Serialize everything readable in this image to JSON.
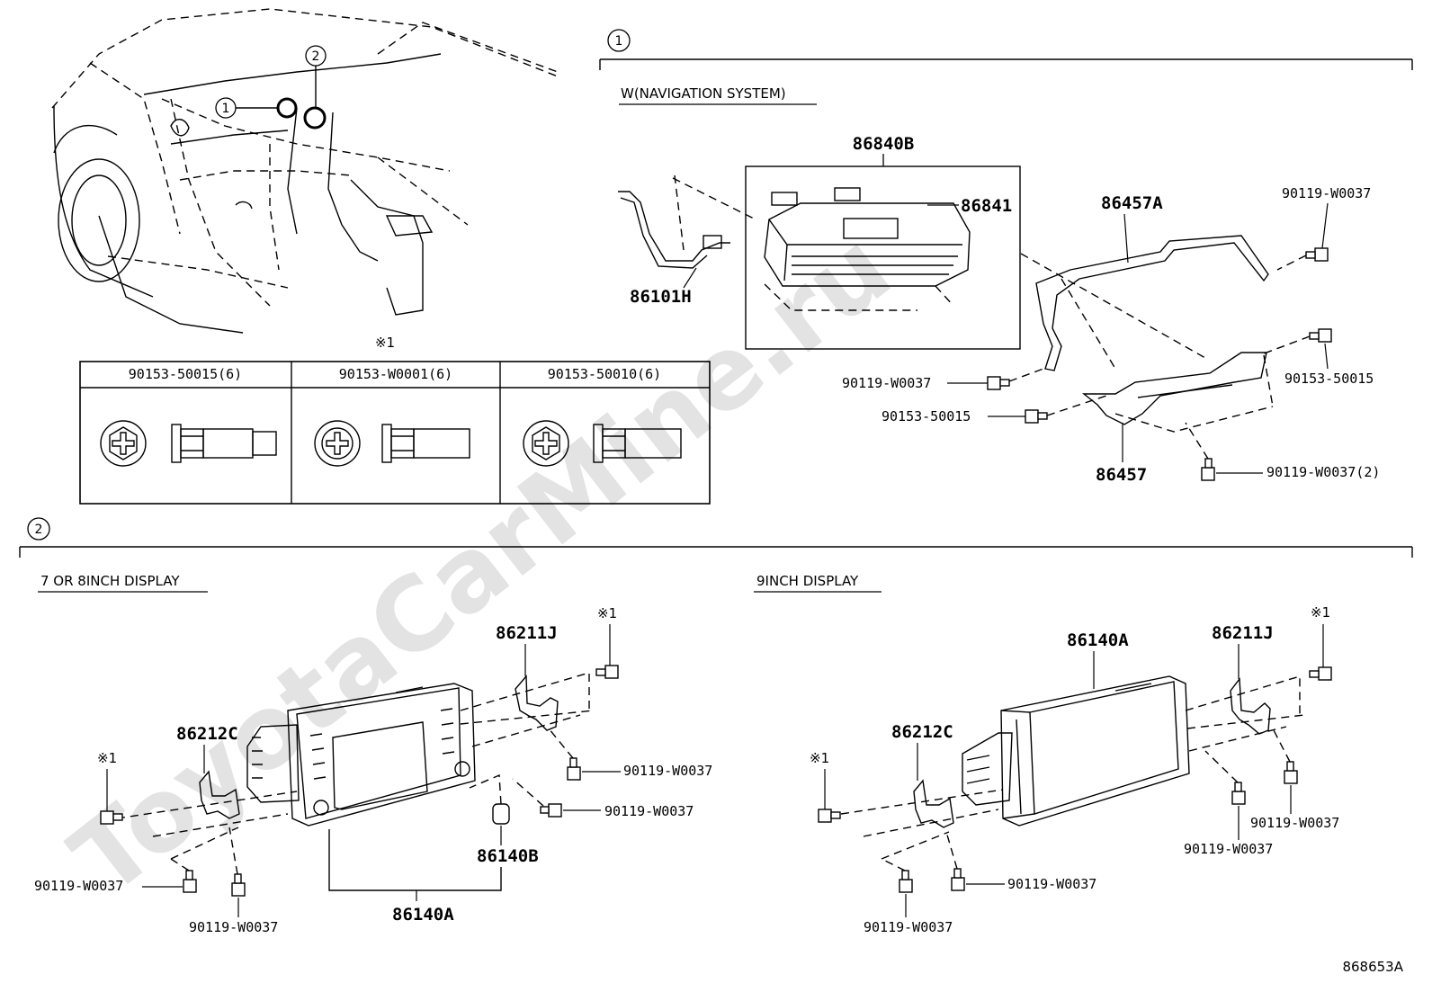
{
  "section1": {
    "marker": "1",
    "subtitle": "W(NAVIGATION SYSTEM)",
    "parts": {
      "p86840B": "86840B",
      "p86841": "86841",
      "p86101H": "86101H",
      "p86457A": "86457A",
      "p86457": "86457",
      "b1": "90119-W0037",
      "b2": "90119-W0037",
      "b3": "90153-50015",
      "b4": "90153-50015",
      "b5": "90119-W0037(2)"
    }
  },
  "vehicle": {
    "marker1": "1",
    "marker2": "2"
  },
  "bolt_table": {
    "note": "※1",
    "headers": [
      "90153-50015(6)",
      "90153-W0001(6)",
      "90153-50010(6)"
    ]
  },
  "section2": {
    "marker": "2",
    "left": {
      "subtitle": "7 OR 8INCH DISPLAY",
      "note_top": "※1",
      "note_left": "※1",
      "p86211J": "86211J",
      "p86212C": "86212C",
      "p86140B": "86140B",
      "p86140A": "86140A",
      "b1": "90119-W0037",
      "b2": "90119-W0037",
      "b3": "90119-W0037",
      "b4": "90119-W0037"
    },
    "right": {
      "subtitle": "9INCH DISPLAY",
      "note_top": "※1",
      "note_left": "※1",
      "p86140A": "86140A",
      "p86211J": "86211J",
      "p86212C": "86212C",
      "b1": "90119-W0037",
      "b2": "90119-W0037",
      "b3": "90119-W0037",
      "b4": "90119-W0037"
    }
  },
  "watermark": "ToyotaCarMine.ru",
  "diagram_code": "868653A"
}
